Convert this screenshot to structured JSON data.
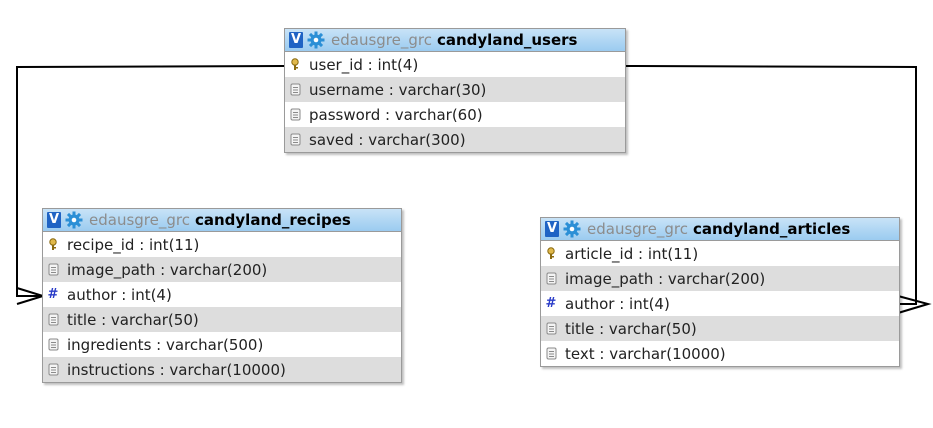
{
  "db_name": "edausgre_grc",
  "tables": [
    {
      "id": "candyland_users",
      "name": "candyland_users",
      "columns": [
        {
          "label": "user_id : int(4)",
          "icon": "key-icon"
        },
        {
          "label": "username : varchar(30)",
          "icon": "field-icon"
        },
        {
          "label": "password : varchar(60)",
          "icon": "field-icon"
        },
        {
          "label": "saved : varchar(300)",
          "icon": "field-icon"
        }
      ]
    },
    {
      "id": "candyland_recipes",
      "name": "candyland_recipes",
      "columns": [
        {
          "label": "recipe_id : int(11)",
          "icon": "key-icon"
        },
        {
          "label": "image_path : varchar(200)",
          "icon": "field-icon"
        },
        {
          "label": "author : int(4)",
          "icon": "numeric-icon"
        },
        {
          "label": "title : varchar(50)",
          "icon": "field-icon"
        },
        {
          "label": "ingredients : varchar(500)",
          "icon": "field-icon"
        },
        {
          "label": "instructions : varchar(10000)",
          "icon": "field-icon"
        }
      ]
    },
    {
      "id": "candyland_articles",
      "name": "candyland_articles",
      "columns": [
        {
          "label": "article_id : int(11)",
          "icon": "key-icon"
        },
        {
          "label": "image_path : varchar(200)",
          "icon": "field-icon"
        },
        {
          "label": "author : int(4)",
          "icon": "numeric-icon"
        },
        {
          "label": "title : varchar(50)",
          "icon": "field-icon"
        },
        {
          "label": "text : varchar(10000)",
          "icon": "field-icon"
        }
      ]
    }
  ],
  "relations": [
    {
      "from": "candyland_recipes.author",
      "to": "candyland_users.user_id"
    },
    {
      "from": "candyland_articles.author",
      "to": "candyland_users.user_id"
    }
  ],
  "colors": {
    "header_top": "#c8e3f7",
    "header_bottom": "#9bcbf0",
    "alt_row": "#dddddd",
    "border": "#9a9a9a",
    "v_badge": "#1f63c4",
    "gear": "#2b8fd6",
    "link_line": "#000000"
  }
}
